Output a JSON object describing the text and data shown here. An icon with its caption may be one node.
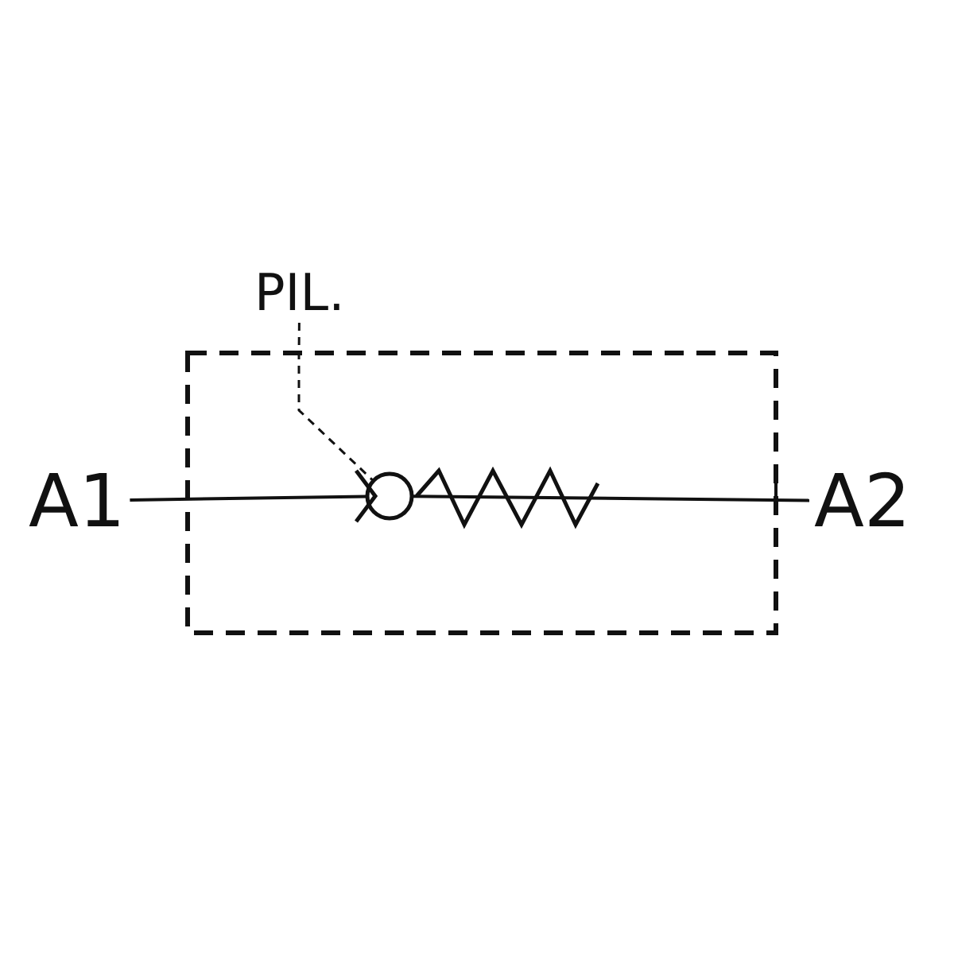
{
  "diagram": {
    "nodes": [
      {
        "text": [
          "A1"
        ]
      },
      {
        "text": [
          "A2"
        ]
      },
      {
        "text": [
          "PIL."
        ]
      },
      {
        "text": [],
        "shape": "circle"
      }
    ],
    "edges": [
      {
        "from": 0,
        "to": 3,
        "arrow": "none"
      },
      {
        "from": 3,
        "to": 1,
        "arrow": "none"
      },
      {
        "from": 2,
        "to": 3,
        "arrow": "none",
        "style": "dashed"
      }
    ]
  }
}
